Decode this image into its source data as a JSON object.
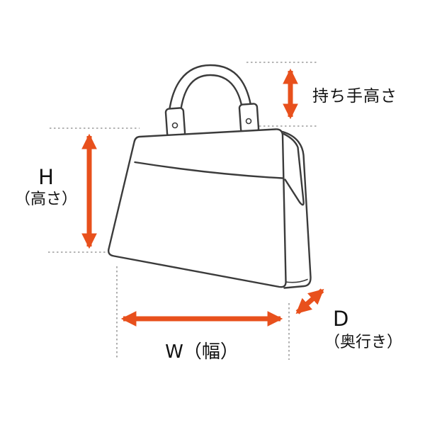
{
  "colors": {
    "arrow": "#E8501C",
    "ink": "#3B3B3B",
    "guide": "#9B9B9B"
  },
  "labels": {
    "handle_height": "持ち手高さ",
    "height_letter": "H",
    "height_name": "（高さ）",
    "width": "W（幅）",
    "depth_letter": "D",
    "depth_name": "（奥行き）"
  }
}
